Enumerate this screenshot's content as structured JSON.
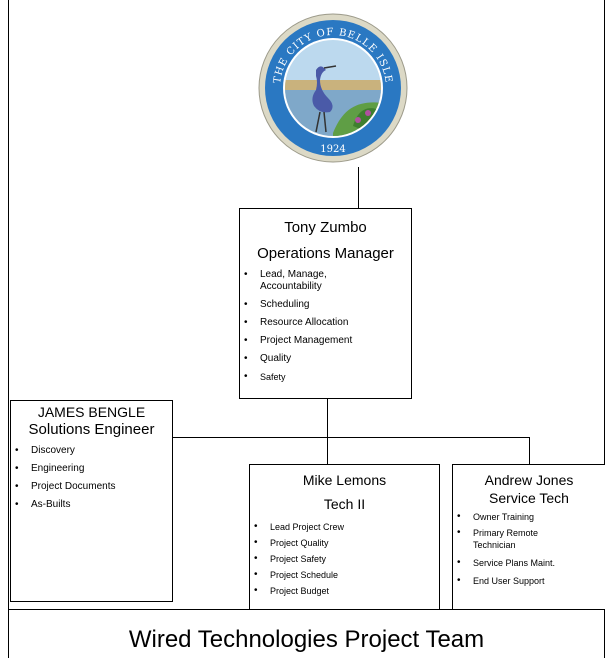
{
  "seal": {
    "top_text": "THE CITY OF BELLE ISLE",
    "year": "1924"
  },
  "manager": {
    "name": "Tony Zumbo",
    "role": "Operations Manager",
    "items": [
      "Lead, Manage, Accountability",
      "Scheduling",
      "Resource Allocation",
      "Project Management",
      "Quality",
      "Safety"
    ]
  },
  "engineer": {
    "name": "JAMES BENGLE",
    "role": "Solutions Engineer",
    "items": [
      "Discovery",
      "Engineering",
      "Project Documents",
      "As-Builts"
    ]
  },
  "tech2": {
    "name": "Mike Lemons",
    "role": "Tech II",
    "items": [
      "Lead Project Crew",
      "Project Quality",
      "Project Safety",
      "Project Schedule",
      "Project Budget"
    ]
  },
  "service": {
    "name": "Andrew  Jones",
    "role": "Service Tech",
    "items": [
      "Owner Training",
      "Primary Remote Technician",
      "Service Plans Maint.",
      "End User Support"
    ]
  },
  "footer": {
    "title": "Wired Technologies Project Team"
  },
  "colors": {
    "seal_blue": "#2a78c2",
    "sky": "#bcd9ee",
    "grass": "#6aa84f",
    "sand": "#d9c8a0"
  }
}
